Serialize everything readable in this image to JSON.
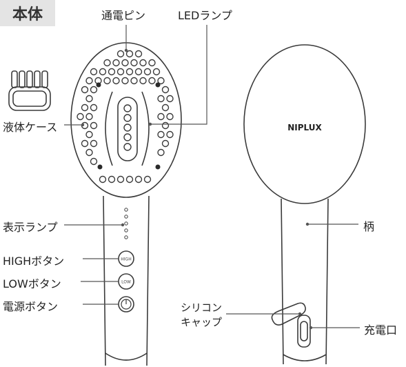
{
  "section_title": "本体",
  "labels": {
    "pins": "通電ピン",
    "led": "LEDランプ",
    "liquid": "液体ケース",
    "indicator": "表示ランプ",
    "high": "HIGHボタン",
    "low": "LOWボタン",
    "power": "電源ボタン",
    "handle": "柄",
    "cap_line1": "シリコン",
    "cap_line2": "キャップ",
    "port": "充電口"
  },
  "buttons": {
    "high_text": "HIGH",
    "low_text": "LOW"
  },
  "brand": "NIPLUX",
  "colors": {
    "outline": "#3a3a3a",
    "leader": "#555555",
    "tag_bg": "#e4e4e4",
    "dot": "#2a2a2a"
  }
}
